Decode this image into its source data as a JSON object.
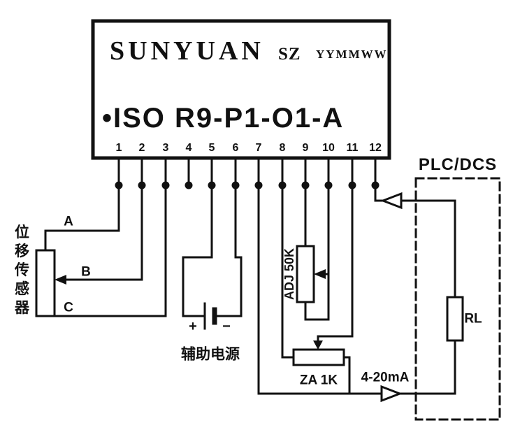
{
  "module": {
    "brand": "SUNYUAN",
    "series": "SZ",
    "datecode": "YYMMWW",
    "model": "•ISO  R9-P1-O1-A",
    "pins": [
      "1",
      "2",
      "3",
      "4",
      "5",
      "6",
      "7",
      "8",
      "9",
      "10",
      "11",
      "12"
    ]
  },
  "sensor": {
    "label": "位移传感器",
    "terminal_a": "A",
    "terminal_b": "B",
    "terminal_c": "C"
  },
  "power": {
    "label": "辅助电源",
    "plus": "+",
    "minus": "−"
  },
  "adjust": {
    "span_pot": "ADJ 50K",
    "zero_pot": "ZA 1K"
  },
  "output": {
    "signal": "4-20mA"
  },
  "plc": {
    "label": "PLC/DCS",
    "load": "RL"
  },
  "colors": {
    "line": "#111111",
    "background": "#ffffff"
  }
}
